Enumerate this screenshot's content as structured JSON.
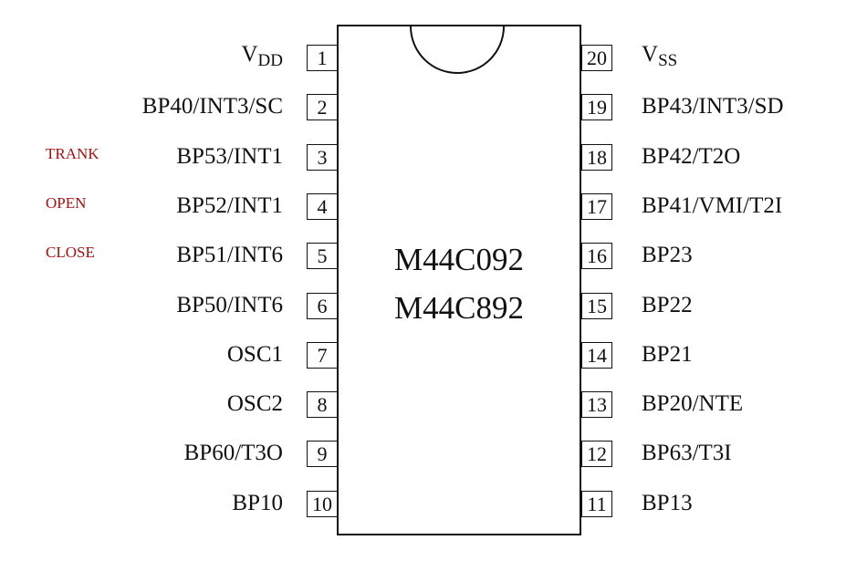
{
  "chip": {
    "part_numbers": [
      "M44C092",
      "M44C892"
    ]
  },
  "left_pins": [
    {
      "number": "1",
      "name": "V",
      "sub": "DD"
    },
    {
      "number": "2",
      "name": "BP40/INT3/SC"
    },
    {
      "number": "3",
      "name": "BP53/INT1",
      "note": "TRANK"
    },
    {
      "number": "4",
      "name": "BP52/INT1",
      "note": "OPEN"
    },
    {
      "number": "5",
      "name": "BP51/INT6",
      "note": "CLOSE"
    },
    {
      "number": "6",
      "name": "BP50/INT6"
    },
    {
      "number": "7",
      "name": "OSC1"
    },
    {
      "number": "8",
      "name": "OSC2"
    },
    {
      "number": "9",
      "name": "BP60/T3O"
    },
    {
      "number": "10",
      "name": "BP10"
    }
  ],
  "right_pins": [
    {
      "number": "20",
      "name": "V",
      "sub": "SS"
    },
    {
      "number": "19",
      "name": "BP43/INT3/SD"
    },
    {
      "number": "18",
      "name": "BP42/T2O"
    },
    {
      "number": "17",
      "name": "BP41/VMI/T2I"
    },
    {
      "number": "16",
      "name": "BP23"
    },
    {
      "number": "15",
      "name": "BP22"
    },
    {
      "number": "14",
      "name": "BP21"
    },
    {
      "number": "13",
      "name": "BP20/NTE"
    },
    {
      "number": "12",
      "name": "BP63/T3I"
    },
    {
      "number": "11",
      "name": "BP13"
    }
  ],
  "colors": {
    "note": "#a80f0f",
    "line": "#111111"
  }
}
